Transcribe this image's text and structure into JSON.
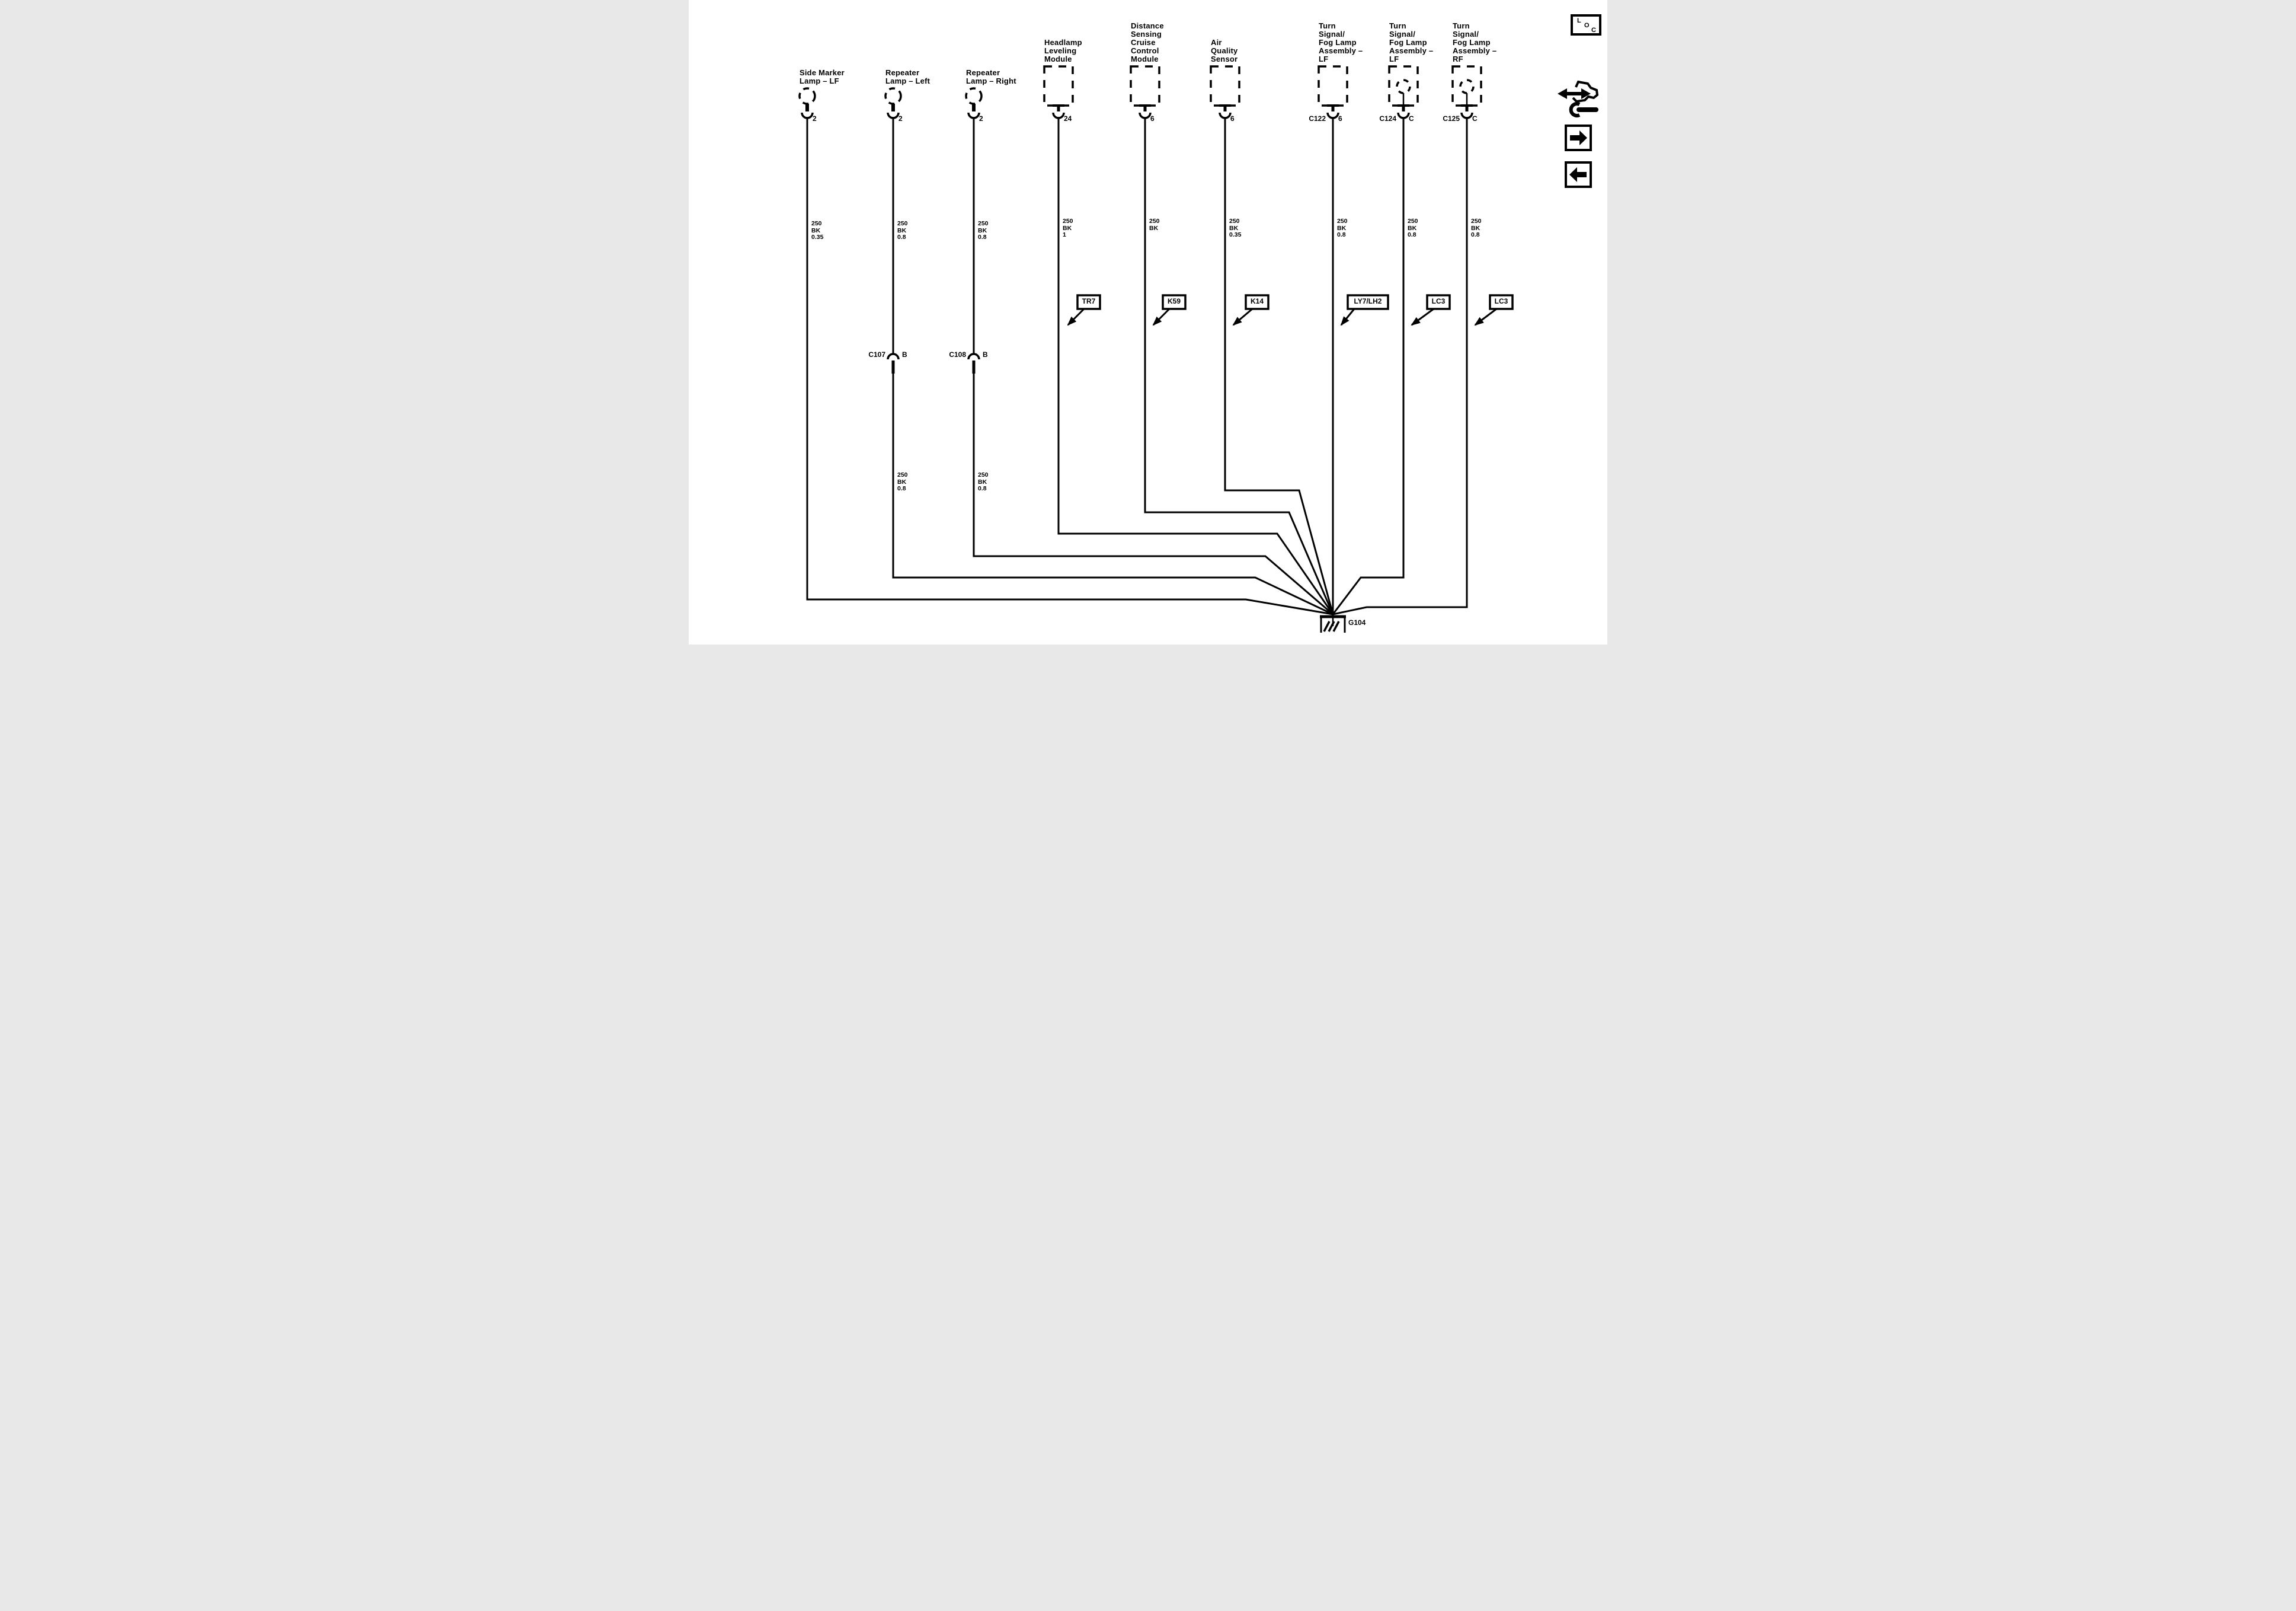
{
  "page": {
    "background": "#ffffff",
    "ink": "#000000"
  },
  "components": [
    {
      "name": "Side Marker Lamp - LF",
      "symbol": "bulb-icon",
      "label": "Side Marker\nLamp – LF",
      "pin": "2",
      "wire_label": "250\nBK\n0.35"
    },
    {
      "name": "Repeater Lamp - Left",
      "symbol": "bulb-icon",
      "label": "Repeater\nLamp – Left",
      "pin": "2",
      "wire_label": "250\nBK\n0.8",
      "inline_connector": {
        "name": "C107",
        "pin": "B",
        "wire_label_below": "250\nBK\n0.8"
      }
    },
    {
      "name": "Repeater Lamp - Right",
      "symbol": "bulb-icon",
      "label": "Repeater\nLamp – Right",
      "pin": "2",
      "wire_label": "250\nBK\n0.8",
      "inline_connector": {
        "name": "C108",
        "pin": "B",
        "wire_label_below": "250\nBK\n0.8"
      }
    },
    {
      "name": "Headlamp Leveling Module",
      "symbol": "dashed-module-icon",
      "label": "Headlamp\nLeveling\nModule",
      "pin": "24",
      "wire_label": "250\nBK\n1",
      "ref_box": "TR7"
    },
    {
      "name": "Distance Sensing Cruise Control Module",
      "symbol": "dashed-module-icon",
      "label": "Distance\nSensing\nCruise\nControl\nModule",
      "pin": "6",
      "wire_label": "250\nBK",
      "ref_box": "K59"
    },
    {
      "name": "Air Quality Sensor",
      "symbol": "dashed-module-icon",
      "label": "Air\nQuality\nSensor",
      "pin": "6",
      "wire_label": "250\nBK\n0.35",
      "ref_box": "K14"
    },
    {
      "name": "Turn Signal / Fog Lamp Assembly - LF",
      "symbol": "dashed-module-icon",
      "label": "Turn\nSignal/\nFog Lamp\nAssembly –\nLF",
      "connector": "C122",
      "pin": "6",
      "wire_label": "250\nBK\n0.8",
      "ref_box": "LY7/LH2"
    },
    {
      "name": "Turn Signal / Fog Lamp Assembly - LF",
      "symbol": "dashed-module-bulb-icon",
      "label": "Turn\nSignal/\nFog Lamp\nAssembly –\nLF",
      "connector": "C124",
      "pin": "C",
      "wire_label": "250\nBK\n0.8",
      "ref_box": "LC3"
    },
    {
      "name": "Turn Signal / Fog Lamp Assembly - RF",
      "symbol": "dashed-module-bulb-icon",
      "label": "Turn\nSignal/\nFog Lamp\nAssembly –\nRF",
      "connector": "C125",
      "pin": "C",
      "wire_label": "250\nBK\n0.8",
      "ref_box": "LC3"
    }
  ],
  "ground": {
    "label": "G104"
  },
  "icons": {
    "loc_letters": [
      "L",
      "O",
      "C"
    ],
    "names": [
      "loc-locator-icon",
      "wrench-double-arrow-icon",
      "arrow-right-icon",
      "arrow-left-icon"
    ]
  }
}
